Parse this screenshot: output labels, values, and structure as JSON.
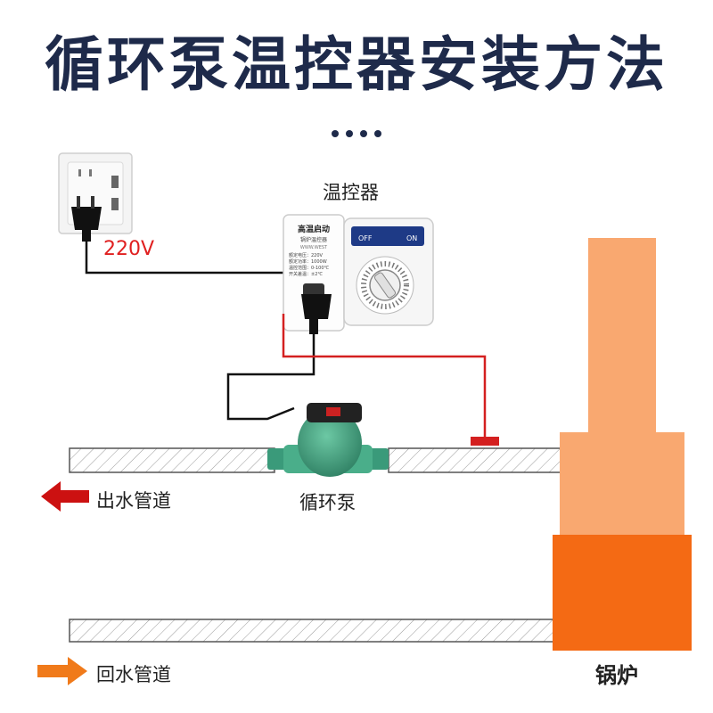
{
  "title": "循环泵温控器安装方法",
  "labels": {
    "thermostat": "温控器",
    "voltage": "220V",
    "pump": "循环泵",
    "outlet_pipe": "出水管道",
    "return_pipe": "回水管道",
    "boiler": "锅炉"
  },
  "thermostat_device": {
    "heading": "高温启动",
    "subheading": "锅炉温控器",
    "url": "WWW.WEST",
    "specs": [
      "额定电压：220V",
      "额定功率：1000W",
      "温控范围：0-100℃",
      "开关差温：±2℃"
    ],
    "off_label": "OFF",
    "on_label": "ON"
  },
  "colors": {
    "title": "#1e2a4a",
    "wire_red": "#d42020",
    "wire_black": "#111111",
    "arrow_red": "#cc1111",
    "arrow_orange": "#f07a1a",
    "boiler_light": "#f9a870",
    "boiler_dark": "#f46a14",
    "pump_green": "#3a9a7a",
    "pipe_hatch": "#999999"
  },
  "icons": {
    "arrow_outlet": "arrow-left-icon",
    "arrow_return": "arrow-right-icon",
    "socket": "wall-socket-icon",
    "plug": "power-plug-icon",
    "knob": "thermostat-knob-icon"
  }
}
